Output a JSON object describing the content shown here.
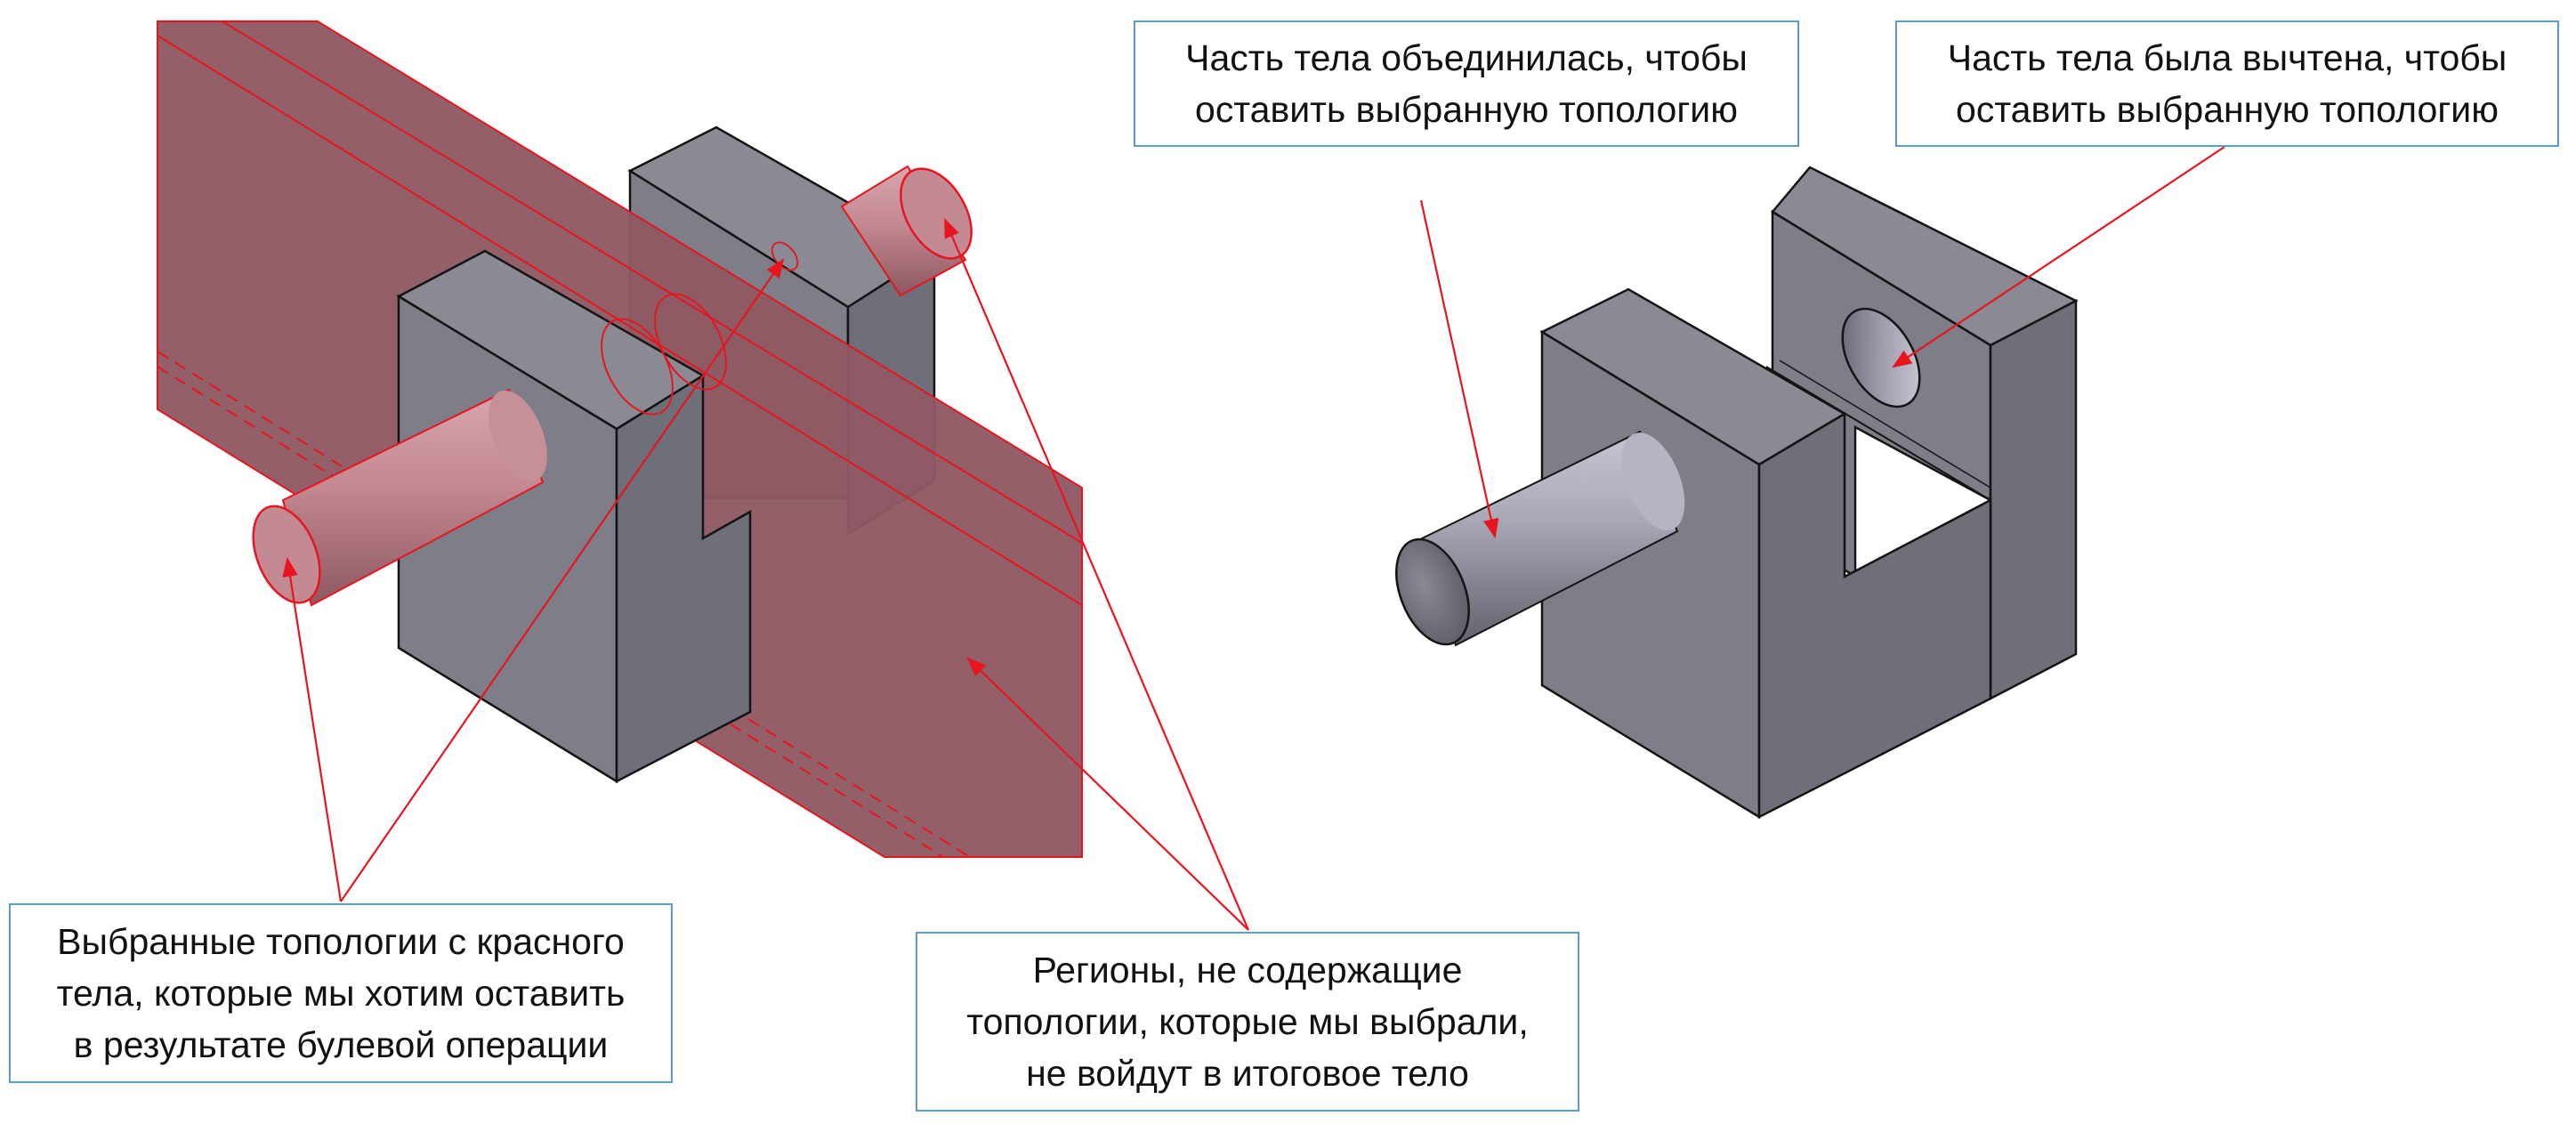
{
  "callouts": {
    "union": {
      "line1": "Часть тела объединилась, чтобы",
      "line2": "оставить выбранную топологию"
    },
    "subtract": {
      "line1": "Часть тела была вычтена, чтобы",
      "line2": "оставить выбранную топологию"
    },
    "selected": {
      "line1": "Выбранные топологии с красного",
      "line2": "тела, которые мы хотим оставить",
      "line3": "в результате булевой операции"
    },
    "regions": {
      "line1": "Регионы, не содержащие",
      "line2": "топологии, которые мы выбрали,",
      "line3": "не войдут в итоговое тело"
    }
  },
  "colors": {
    "red_body_fill": "#8f5a64",
    "red_body_edge": "#e8141e",
    "block_top": "#8a8a94",
    "block_front": "#7d7d88",
    "block_side": "#6f6f7a",
    "callout_border": "#5b9bd5",
    "arrow": "#e8141e"
  }
}
